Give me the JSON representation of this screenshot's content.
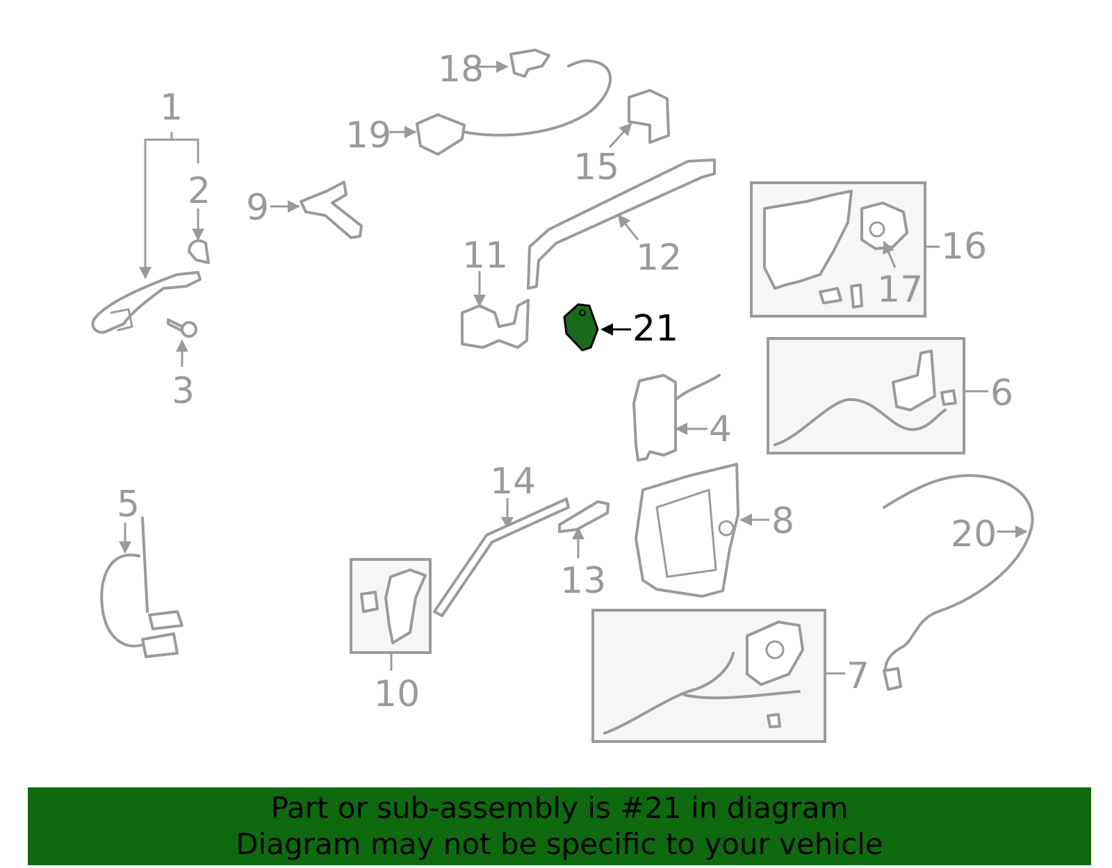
{
  "diagram": {
    "callouts": {
      "c1": "1",
      "c2": "2",
      "c3": "3",
      "c4": "4",
      "c5": "5",
      "c6": "6",
      "c7": "7",
      "c8": "8",
      "c9": "9",
      "c10": "10",
      "c11": "11",
      "c12": "12",
      "c13": "13",
      "c14": "14",
      "c15": "15",
      "c16": "16",
      "c17": "17",
      "c18": "18",
      "c19": "19",
      "c20": "20",
      "c21": "21"
    },
    "highlight_part": "21",
    "highlight_color": "#1c6b1c",
    "line_color": "#9a9a9a"
  },
  "banner": {
    "line1": "Part or sub-assembly is #21 in diagram",
    "line2": "Diagram may not be specific to your vehicle",
    "background": "#0f6a0f"
  }
}
